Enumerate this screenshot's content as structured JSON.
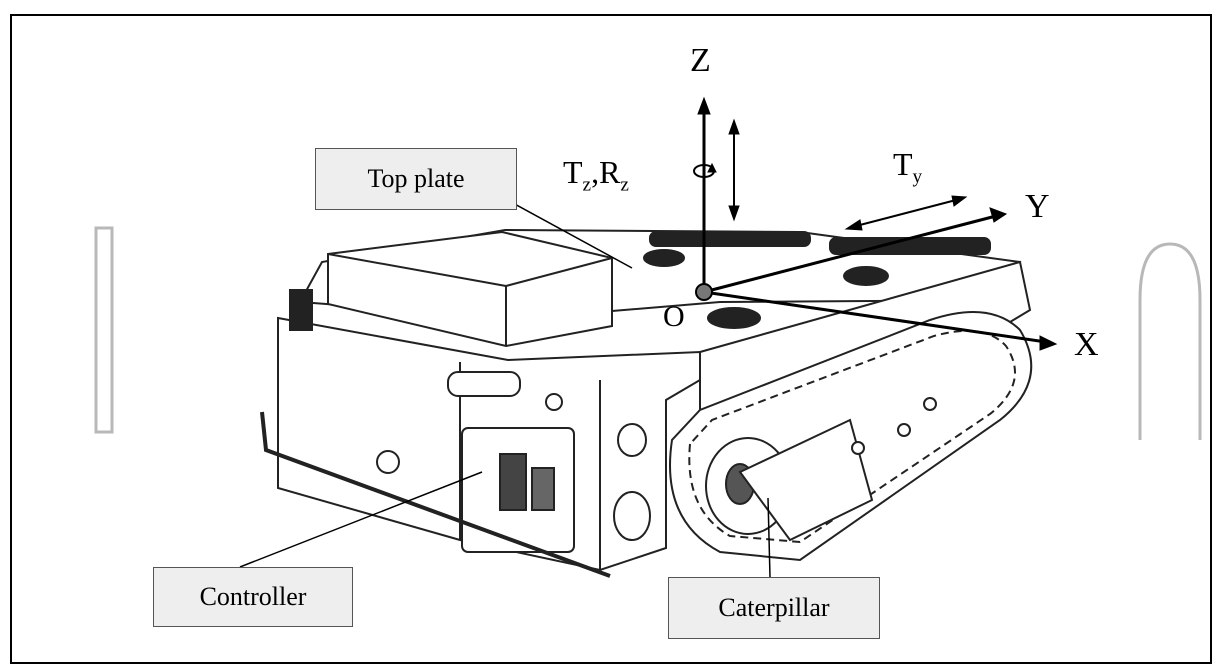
{
  "labels": {
    "top_plate": "Top plate",
    "controller": "Controller",
    "caterpillar": "Caterpillar"
  },
  "axes": {
    "z": "Z",
    "y": "Y",
    "x": "X",
    "origin": "O"
  },
  "motions": {
    "tz_rz_main_1": "T",
    "tz_rz_sub_1": "z",
    "tz_rz_sep": ",R",
    "tz_rz_sub_2": "z",
    "ty_main": "T",
    "ty_sub": "y"
  },
  "colors": {
    "box_fill": "#eeeeee",
    "line": "#000000",
    "watermark": "#b0b0b0"
  }
}
